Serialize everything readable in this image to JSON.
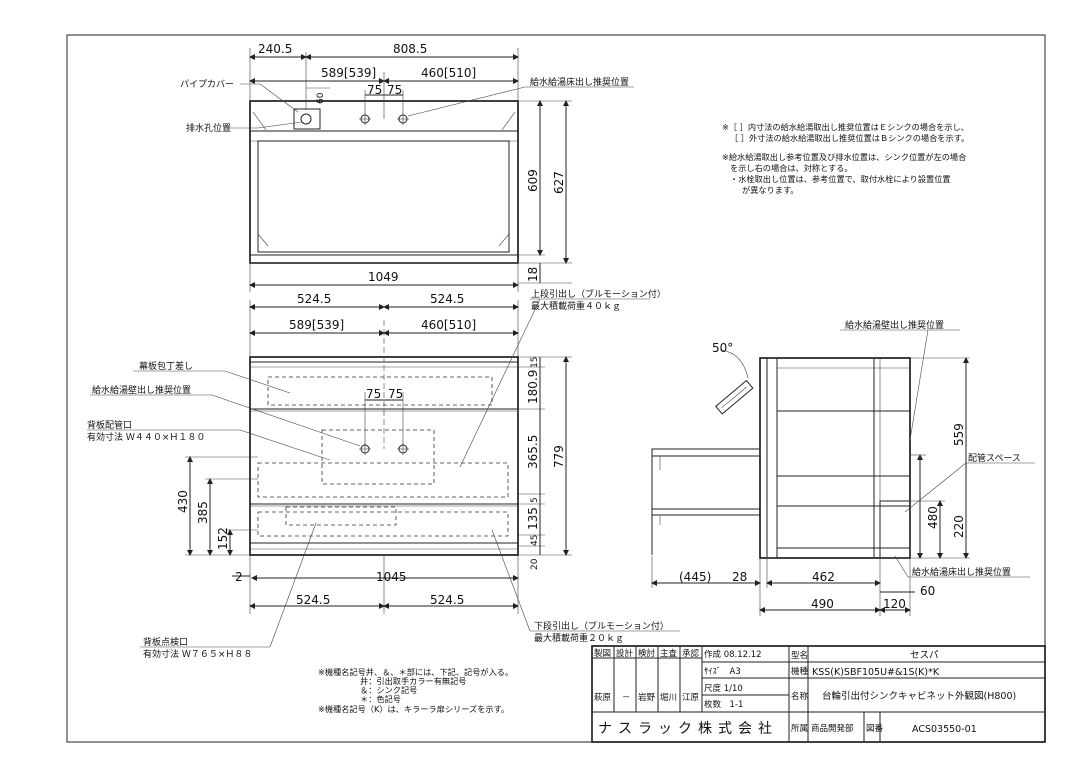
{
  "top_view": {
    "dims": {
      "w240": "240.5",
      "w808": "808.5",
      "w589": "589[539]",
      "w460": "460[510]",
      "w75a": "75",
      "w75b": "75",
      "w60": "60",
      "h609": "609",
      "h627": "627",
      "w1049": "1049",
      "h18": "18"
    },
    "labels": {
      "pipe_cover": "パイプカバー",
      "drain_hole": "排水孔位置",
      "floor_supply": "給水給湯床出し推奨位置"
    }
  },
  "front_view": {
    "dims": {
      "w524a": "524.5",
      "w524b": "524.5",
      "w589": "589[539]",
      "w460": "460[510]",
      "w75a": "75",
      "w75b": "75",
      "h15": "15",
      "h180": "180.9",
      "h365": "365.5",
      "h5": "5",
      "h135": "135",
      "h45": "45",
      "h20": "20",
      "h779": "779",
      "h430": "430",
      "h385": "385",
      "h152": "152",
      "w2": "2",
      "w1045": "1045",
      "w524c": "524.5",
      "w524d": "524.5"
    },
    "labels": {
      "upper_drawer": "上段引出し（ブルモーション付）",
      "upper_load": "最大積載荷重４０ｋｇ",
      "knife_rack": "幕板包丁差し",
      "wall_supply": "給水給湯壁出し推奨位置",
      "back_pipe_port": "背板配管口",
      "back_pipe_size": "有効寸法 Ｗ４４０×Ｈ１８０",
      "lower_drawer": "下段引出し（ブルモーション付）",
      "lower_load": "最大積載荷重２０ｋｇ",
      "back_inspect_port": "背板点検口",
      "back_inspect_size": "有効寸法 Ｗ７６５×Ｈ８８"
    }
  },
  "side_view": {
    "dims": {
      "angle": "50°",
      "h559": "559",
      "h480": "480",
      "h220": "220",
      "w445": "(445)",
      "w28": "28",
      "w462": "462",
      "w60": "60",
      "w490": "490",
      "w120": "120"
    },
    "labels": {
      "wall_supply": "給水給湯壁出し推奨位置",
      "piping_space": "配管スペース",
      "floor_supply": "給水給湯床出し推奨位置"
    }
  },
  "notes": {
    "n1a": "※［ ］内寸法の給水給湯取出し推奨位置はＥシンクの場合を示し、",
    "n1b": "［ ］外寸法の給水給湯取出し推奨位置はＢシンクの場合を示す。",
    "n2a": "※給水給湯取出し参考位置及び排水位置は、シンク位置が左の場合",
    "n2b": "を示し右の場合は、対称とする。",
    "n2c": "・水栓取出し位置は、参考位置で、取付水栓により設置位置",
    "n2d": "が異なります。",
    "b1": "※機種名記号井、＆、＊部には、下記、記号が入る。",
    "b2": "井：引出取手カラー有無記号",
    "b3": "＆：シンク記号",
    "b4": "＊：色記号",
    "b5": "※機種名記号（K）は、キラーラ扉シリーズを示す。"
  },
  "title_block": {
    "h_seizu": "製図",
    "h_sekkei": "設計",
    "h_kento": "検討",
    "h_shusa": "主査",
    "h_shonin": "承認",
    "v_seizu": "萩原",
    "v_sekkei": "－",
    "v_kento": "岩野",
    "v_shusa": "堀川",
    "v_shonin": "江原",
    "sakusei": "作成 08.12.12",
    "size": "ｻｲｽﾞ　A3",
    "scale": "尺度 1/10",
    "sheets": "枚数　1-1",
    "katamei_h": "型名",
    "katamei_v": "セスパ",
    "kishu_h": "機種",
    "kishu_v": "KSS(K)SBF105U#&1S(K)*K",
    "meisho_h": "名称",
    "meisho_v": "台輪引出付シンクキャビネット外観図(H800)",
    "company": "ナスラック株式会社",
    "shozoku_h": "所属",
    "shozoku_v": "商品開発部",
    "zuban_h": "図番",
    "zuban_v": "ACS03550-01"
  }
}
